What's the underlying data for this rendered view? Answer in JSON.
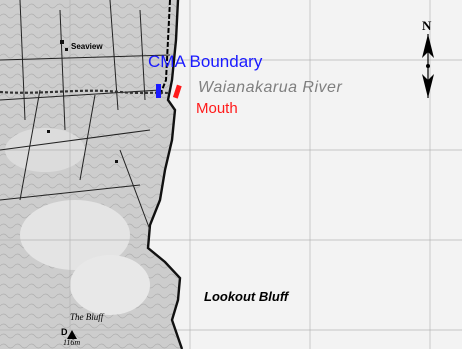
{
  "labels": {
    "cma_boundary": "CMA Boundary",
    "river_name": "Waianakarua River",
    "mouth": "Mouth",
    "lookout_bluff": "Lookout Bluff",
    "seaview": "Seaview",
    "tbluff": "The Bluff",
    "d": "D",
    "height": "116m",
    "north": "N"
  },
  "colors": {
    "cma_boundary": "#1a1aff",
    "mouth": "#ff1a1a",
    "river_name": "#7f7f7f",
    "land": "#cfcfcf",
    "sea": "#f3f3f3",
    "road": "#000000"
  },
  "icons": {
    "boundary_marker": "blue-bar",
    "mouth_marker": "red-bar",
    "trig_point": "triangle",
    "north_arrow": "north-arrow"
  }
}
